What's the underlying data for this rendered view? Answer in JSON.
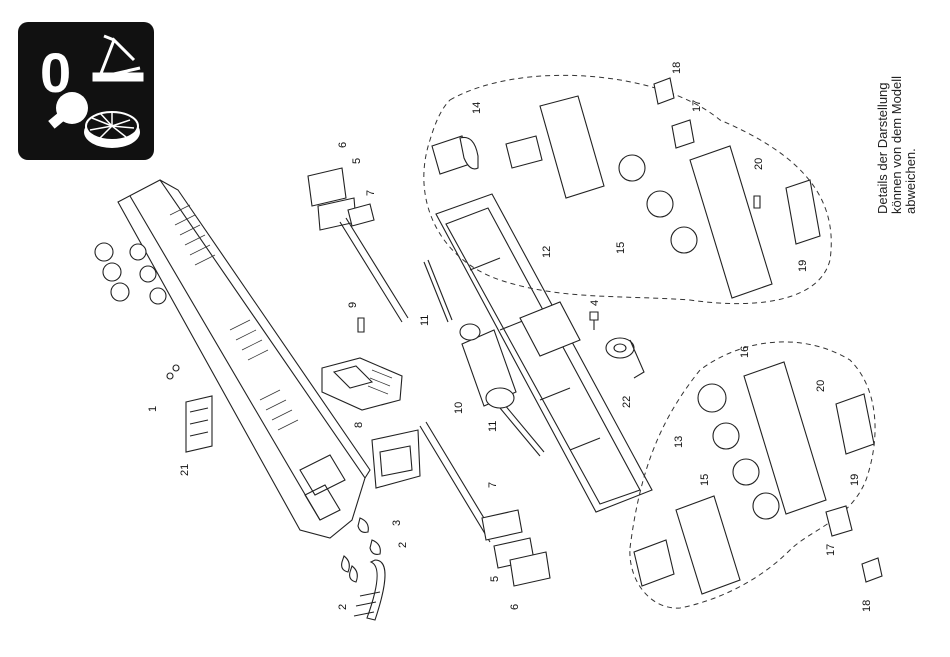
{
  "note": {
    "line1": "Details der Darstellung",
    "line2": "können von dem Modell",
    "line3": "abweichen."
  },
  "badge": {
    "symbol": "0",
    "icons": [
      "pantograph-icon",
      "light-bulb-icon",
      "wheel-icon"
    ],
    "background": "#111111",
    "foreground": "#ffffff"
  },
  "labels": [
    {
      "id": "l1",
      "text": "1"
    },
    {
      "id": "l2a",
      "text": "2"
    },
    {
      "id": "l2b",
      "text": "2"
    },
    {
      "id": "l3",
      "text": "3"
    },
    {
      "id": "l4",
      "text": "4"
    },
    {
      "id": "l5a",
      "text": "5"
    },
    {
      "id": "l5b",
      "text": "5"
    },
    {
      "id": "l6a",
      "text": "6"
    },
    {
      "id": "l6b",
      "text": "6"
    },
    {
      "id": "l7a",
      "text": "7"
    },
    {
      "id": "l7b",
      "text": "7"
    },
    {
      "id": "l8",
      "text": "8"
    },
    {
      "id": "l9",
      "text": "9"
    },
    {
      "id": "l10",
      "text": "10"
    },
    {
      "id": "l11a",
      "text": "11"
    },
    {
      "id": "l11b",
      "text": "11"
    },
    {
      "id": "l12",
      "text": "12"
    },
    {
      "id": "l13",
      "text": "13"
    },
    {
      "id": "l14",
      "text": "14"
    },
    {
      "id": "l15a",
      "text": "15"
    },
    {
      "id": "l15b",
      "text": "15"
    },
    {
      "id": "l16",
      "text": "16"
    },
    {
      "id": "l17a",
      "text": "17"
    },
    {
      "id": "l17b",
      "text": "17"
    },
    {
      "id": "l18a",
      "text": "18"
    },
    {
      "id": "l18b",
      "text": "18"
    },
    {
      "id": "l19a",
      "text": "19"
    },
    {
      "id": "l19b",
      "text": "19"
    },
    {
      "id": "l20a",
      "text": "20"
    },
    {
      "id": "l20b",
      "text": "20"
    },
    {
      "id": "l21",
      "text": "21"
    },
    {
      "id": "l22",
      "text": "22"
    }
  ]
}
